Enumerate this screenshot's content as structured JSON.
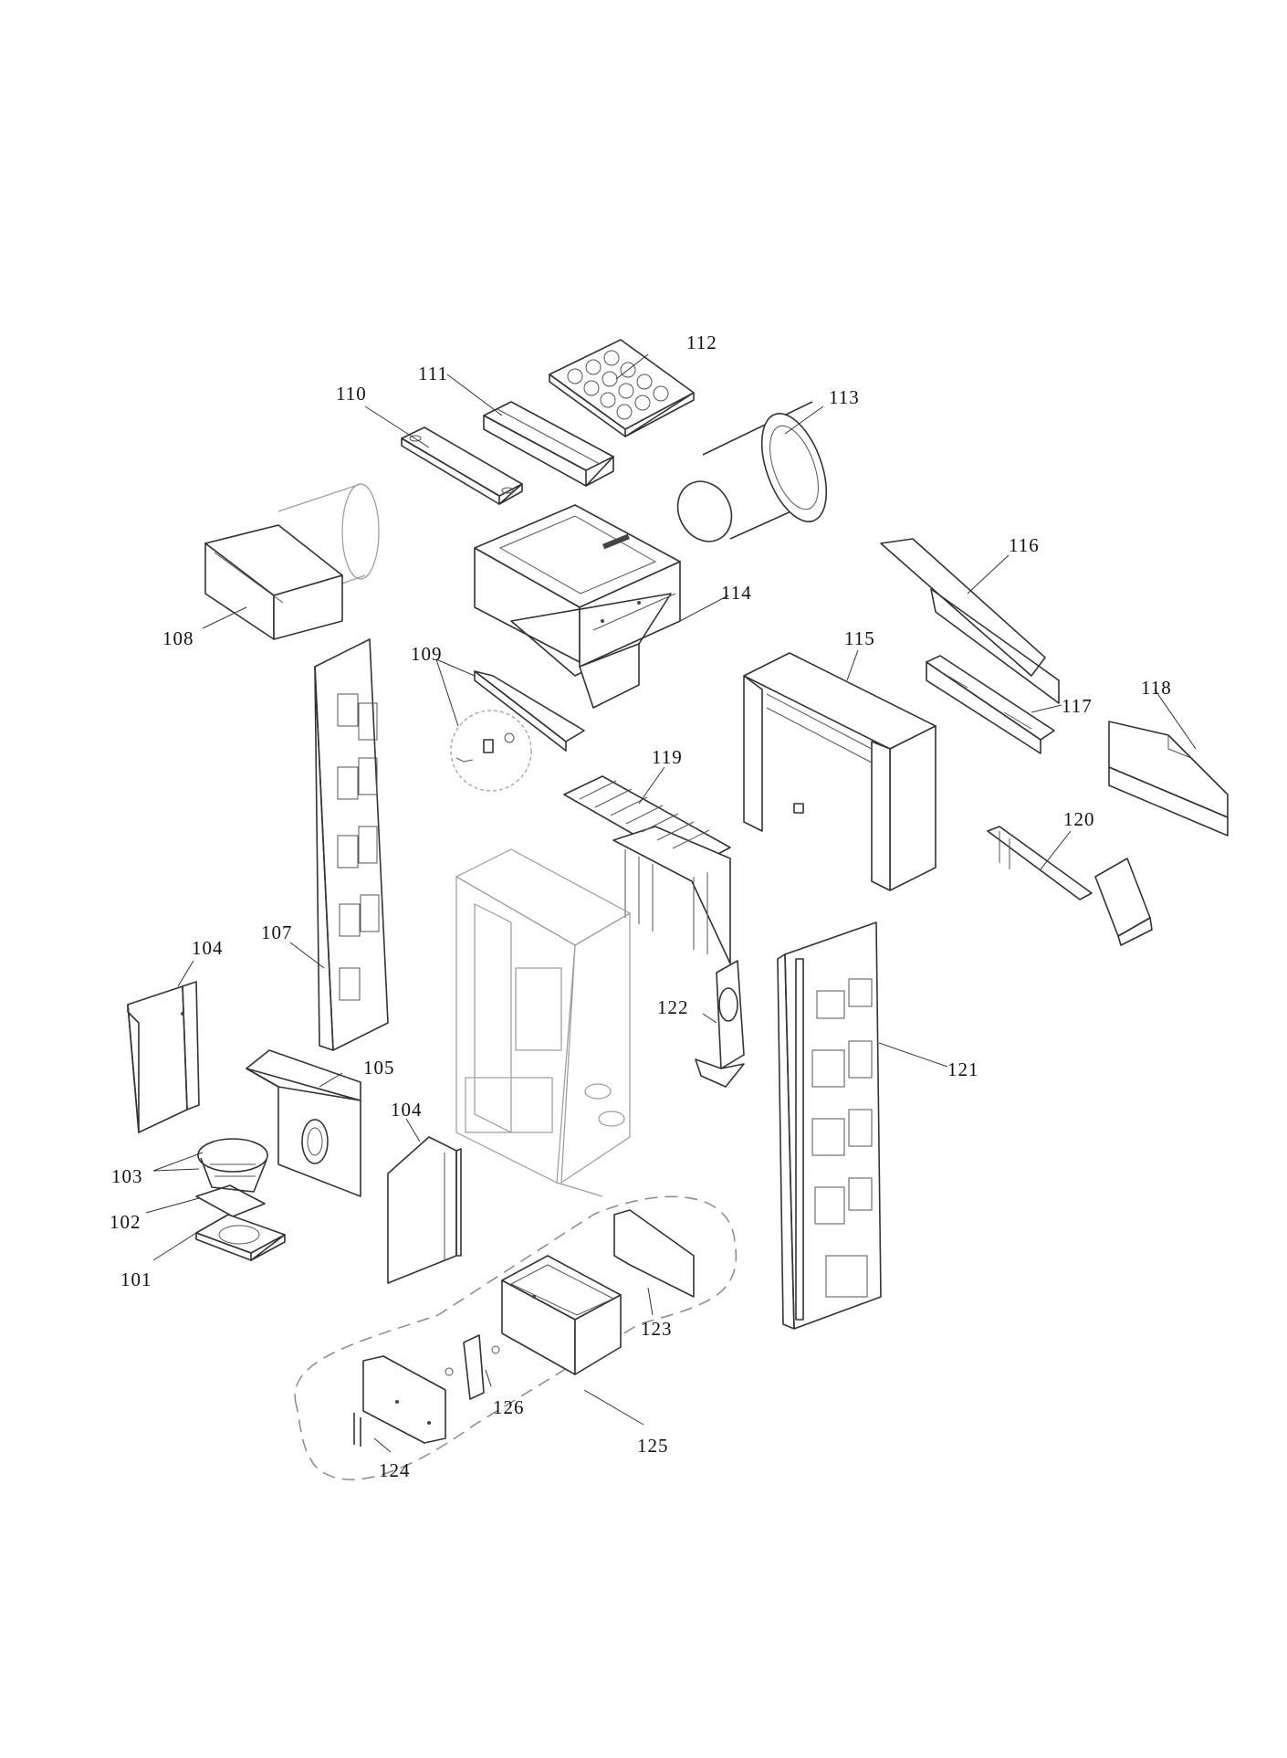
{
  "diagram": {
    "type": "exploded-parts-diagram",
    "labels": {
      "p101": "101",
      "p102": "102",
      "p103": "103",
      "p104a": "104",
      "p104b": "104",
      "p105": "105",
      "p107": "107",
      "p108": "108",
      "p109": "109",
      "p110": "110",
      "p111": "111",
      "p112": "112",
      "p113": "113",
      "p114": "114",
      "p115": "115",
      "p116": "116",
      "p117": "117",
      "p118": "118",
      "p119": "119",
      "p120": "120",
      "p121": "121",
      "p122": "122",
      "p123": "123",
      "p124": "124",
      "p125": "125",
      "p126": "126"
    }
  }
}
